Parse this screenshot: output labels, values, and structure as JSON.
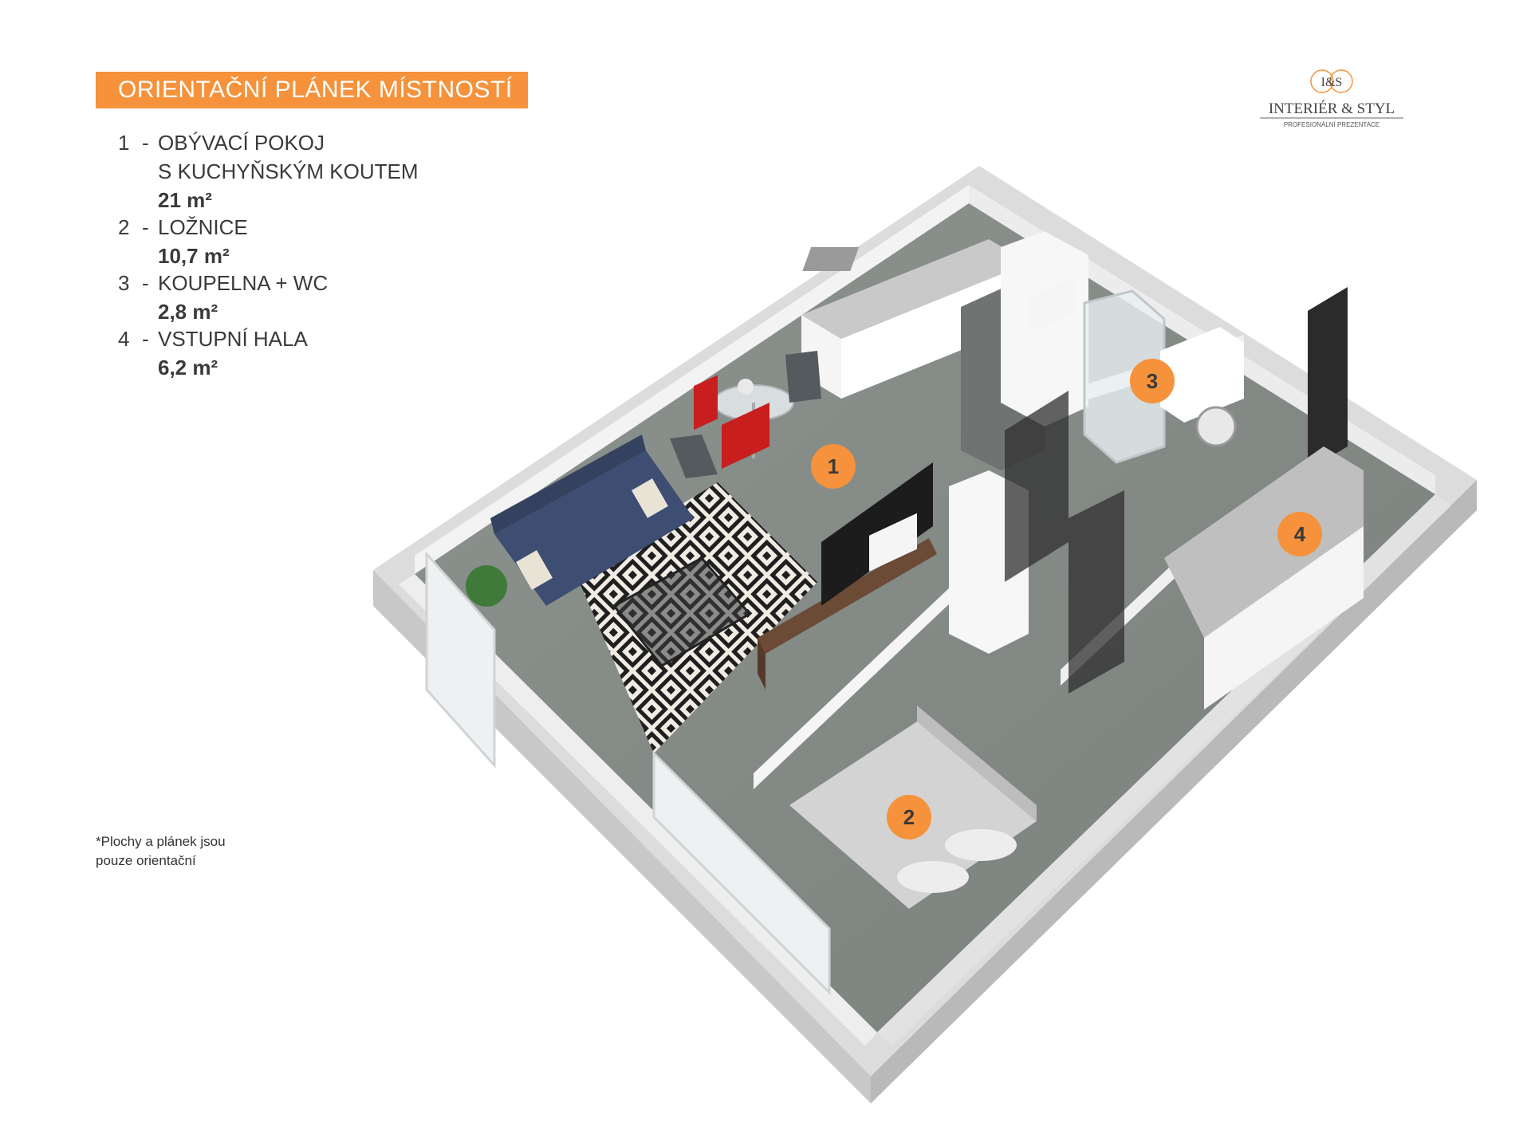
{
  "title": "ORIENTAČNÍ PLÁNEK MÍSTNOSTÍ",
  "legend": [
    {
      "number": "1",
      "separator": "-",
      "name_line1": "OBÝVACÍ POKOJ",
      "name_line2": "S KUCHYŇSKÝM KOUTEM",
      "area": "21 m²"
    },
    {
      "number": "2",
      "separator": "-",
      "name_line1": "LOŽNICE",
      "area": "10,7 m²"
    },
    {
      "number": "3",
      "separator": "-",
      "name_line1": "KOUPELNA + WC",
      "area": "2,8 m²"
    },
    {
      "number": "4",
      "separator": "-",
      "name_line1": "VSTUPNÍ HALA",
      "area": "6,2 m²"
    }
  ],
  "note_line1": "*Plochy  a plánek jsou",
  "note_line2": "pouze orientační",
  "logo": {
    "monogram": "I&S",
    "name": "INTERIÉR & STYL",
    "tagline": "PROFESIONÁLNÍ PREZENTACE"
  },
  "room_badges": [
    "1",
    "2",
    "3",
    "4"
  ],
  "colors": {
    "accent": "#f5923b",
    "floor": "#8a8f8c",
    "wall": "#e6e6e6",
    "sofa": "#3e4d72",
    "radiator": "#c81e1e"
  }
}
